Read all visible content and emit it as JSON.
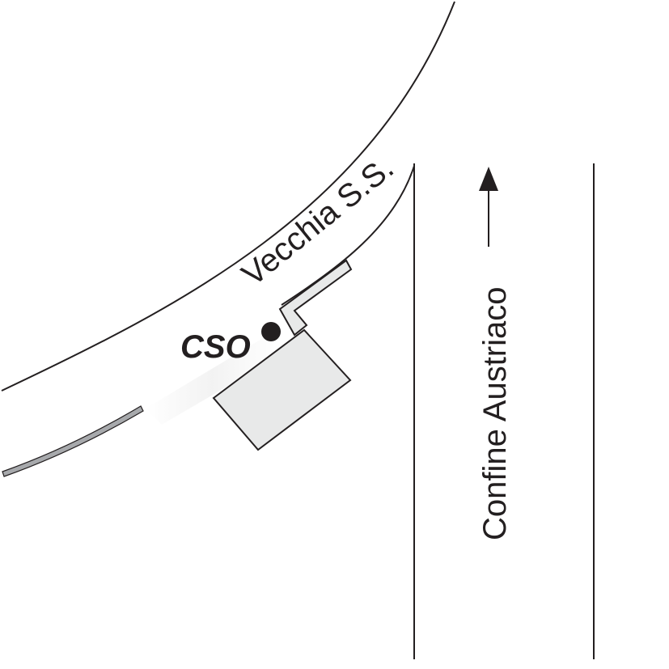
{
  "map": {
    "road_label": "Vecchia S.S.",
    "border_label": "Confine Austriaco",
    "site_label": "CSO",
    "colors": {
      "line": "#231f20",
      "building_fill": "#e8e9e9",
      "rail_fill": "#a7a9ac",
      "background": "#ffffff"
    },
    "icons": {
      "site_marker": "filled-circle-dot",
      "direction": "arrow-up-icon"
    }
  }
}
